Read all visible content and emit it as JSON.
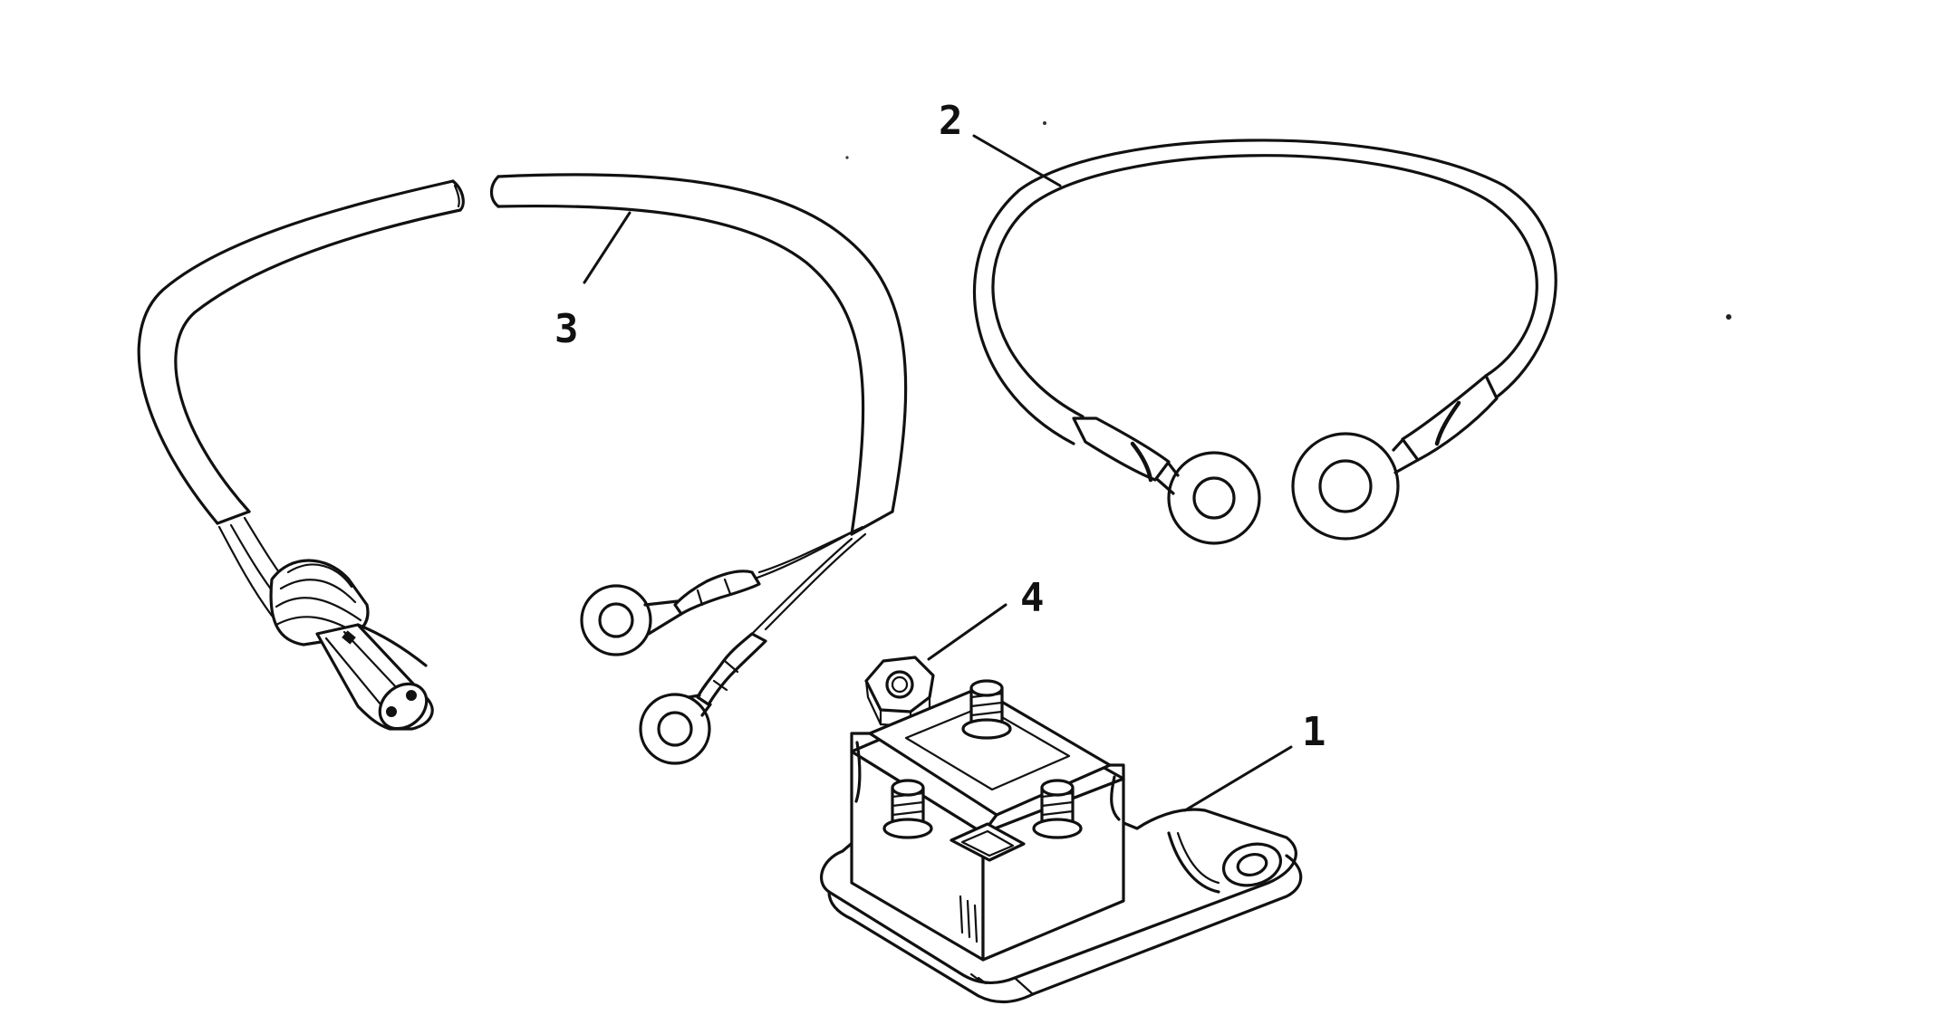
{
  "callouts": [
    {
      "id": "1",
      "label": "1",
      "part": "solenoid-relay"
    },
    {
      "id": "2",
      "label": "2",
      "part": "ground-cable"
    },
    {
      "id": "3",
      "label": "3",
      "part": "harness-cable"
    },
    {
      "id": "4",
      "label": "4",
      "part": "hex-nut"
    }
  ],
  "colors": {
    "ink": "#111111",
    "paper": "#ffffff"
  }
}
